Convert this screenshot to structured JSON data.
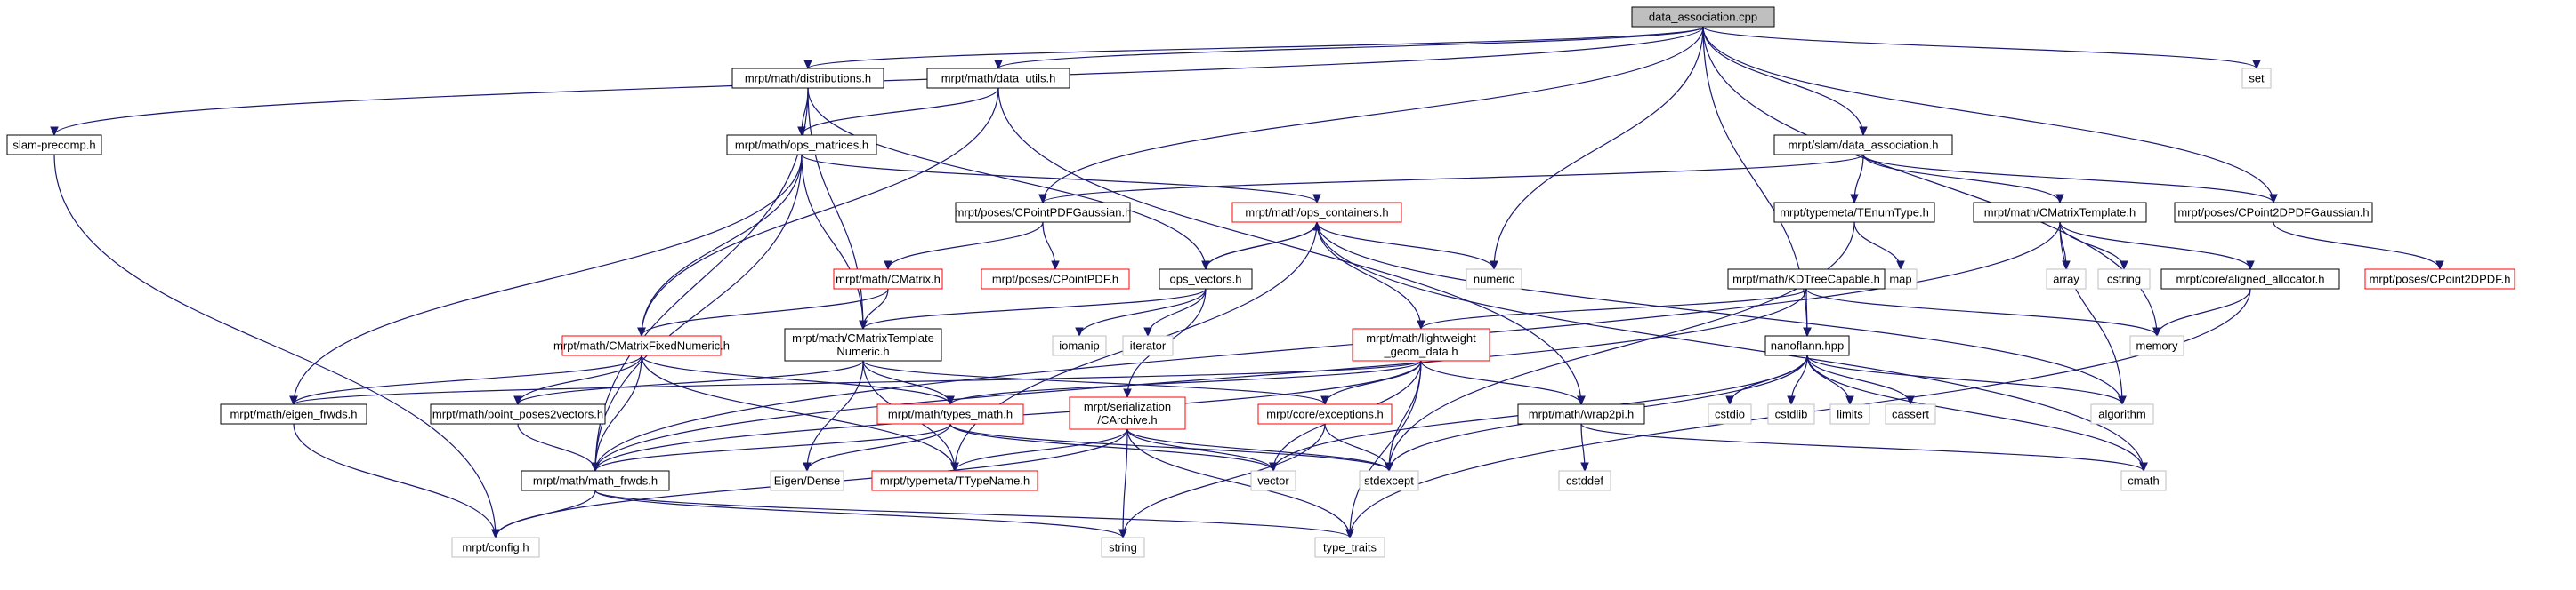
{
  "colors": {
    "root_fill": "#bfbfbf",
    "normal_border": "#000000",
    "red_border": "#ff0000",
    "gray_border": "#bfbfbf",
    "edge": "#191970",
    "fill": "#ffffff"
  },
  "nodes": {
    "root": {
      "label": "data_association.cpp",
      "style": "root"
    },
    "distributions": {
      "label": "mrpt/math/distributions.h",
      "style": "normal"
    },
    "data_utils": {
      "label": "mrpt/math/data_utils.h",
      "style": "normal"
    },
    "slam_precomp": {
      "label": "slam-precomp.h",
      "style": "normal"
    },
    "ops_matrices": {
      "label": "mrpt/math/ops_matrices.h",
      "style": "normal"
    },
    "slam_da": {
      "label": "mrpt/slam/data_association.h",
      "style": "normal"
    },
    "set": {
      "label": "set",
      "style": "gray"
    },
    "cpointpdfgauss": {
      "label": "mrpt/poses/CPointPDFGaussian.h",
      "style": "normal"
    },
    "ops_containers": {
      "label": "mrpt/math/ops_containers.h",
      "style": "red"
    },
    "tenumtype": {
      "label": "mrpt/typemeta/TEnumType.h",
      "style": "normal"
    },
    "cmatrixtemplate": {
      "label": "mrpt/math/CMatrixTemplate.h",
      "style": "normal"
    },
    "cpoint2dpdfgauss": {
      "label": "mrpt/poses/CPoint2DPDFGaussian.h",
      "style": "normal"
    },
    "cmatrix": {
      "label": "mrpt/math/CMatrix.h",
      "style": "red"
    },
    "cpointpdf": {
      "label": "mrpt/poses/CPointPDF.h",
      "style": "red"
    },
    "ops_vectors": {
      "label": "ops_vectors.h",
      "style": "normal"
    },
    "numeric": {
      "label": "numeric",
      "style": "gray"
    },
    "map": {
      "label": "map",
      "style": "gray"
    },
    "array": {
      "label": "array",
      "style": "gray"
    },
    "cstring": {
      "label": "cstring",
      "style": "gray"
    },
    "aligned_alloc": {
      "label": "mrpt/core/aligned_allocator.h",
      "style": "normal"
    },
    "cpoint2dpdf": {
      "label": "mrpt/poses/CPoint2DPDF.h",
      "style": "red"
    },
    "kdtree": {
      "label": "mrpt/math/KDTreeCapable.h",
      "style": "normal"
    },
    "memory": {
      "label": "memory",
      "style": "gray"
    },
    "cmatrixfixed": {
      "label": "mrpt/math/CMatrixFixedNumeric.h",
      "style": "red"
    },
    "cmtn": {
      "label": "mrpt/math/CMatrixTemplate\nNumeric.h",
      "style": "normal"
    },
    "iomanip": {
      "label": "iomanip",
      "style": "gray"
    },
    "iterator": {
      "label": "iterator",
      "style": "gray"
    },
    "lightweight": {
      "label": "mrpt/math/lightweight\n_geom_data.h",
      "style": "red"
    },
    "nanoflann": {
      "label": "nanoflann.hpp",
      "style": "normal"
    },
    "eigen_frwds": {
      "label": "mrpt/math/eigen_frwds.h",
      "style": "normal"
    },
    "point_poses": {
      "label": "mrpt/math/point_poses2vectors.h",
      "style": "normal"
    },
    "types_math": {
      "label": "mrpt/math/types_math.h",
      "style": "red"
    },
    "carchive": {
      "label": "mrpt/serialization\n/CArchive.h",
      "style": "red"
    },
    "exceptions": {
      "label": "mrpt/core/exceptions.h",
      "style": "red"
    },
    "wrap2pi": {
      "label": "mrpt/math/wrap2pi.h",
      "style": "normal"
    },
    "cstdio": {
      "label": "cstdio",
      "style": "gray"
    },
    "cstdlib": {
      "label": "cstdlib",
      "style": "gray"
    },
    "limits": {
      "label": "limits",
      "style": "gray"
    },
    "cassert": {
      "label": "cassert",
      "style": "gray"
    },
    "algorithm": {
      "label": "algorithm",
      "style": "gray"
    },
    "math_frwds": {
      "label": "mrpt/math/math_frwds.h",
      "style": "normal"
    },
    "eigen_dense": {
      "label": "Eigen/Dense",
      "style": "gray"
    },
    "ttypename": {
      "label": "mrpt/typemeta/TTypeName.h",
      "style": "red"
    },
    "vector": {
      "label": "vector",
      "style": "gray"
    },
    "stdexcept": {
      "label": "stdexcept",
      "style": "gray"
    },
    "cstddef": {
      "label": "cstddef",
      "style": "gray"
    },
    "cmath": {
      "label": "cmath",
      "style": "gray"
    },
    "config": {
      "label": "mrpt/config.h",
      "style": "gray"
    },
    "string": {
      "label": "string",
      "style": "gray"
    },
    "type_traits": {
      "label": "type_traits",
      "style": "gray"
    }
  },
  "edges": [
    [
      "root",
      "distributions"
    ],
    [
      "root",
      "data_utils"
    ],
    [
      "root",
      "slam_precomp"
    ],
    [
      "root",
      "slam_da"
    ],
    [
      "root",
      "set"
    ],
    [
      "root",
      "cpointpdfgauss"
    ],
    [
      "root",
      "numeric"
    ],
    [
      "root",
      "cpoint2dpdfgauss"
    ],
    [
      "root",
      "nanoflann"
    ],
    [
      "root",
      "memory"
    ],
    [
      "distributions",
      "ops_matrices"
    ],
    [
      "distributions",
      "ops_vectors"
    ],
    [
      "distributions",
      "cmtn"
    ],
    [
      "distributions",
      "math_frwds"
    ],
    [
      "data_utils",
      "ops_matrices"
    ],
    [
      "data_utils",
      "cmatrixfixed"
    ],
    [
      "data_utils",
      "wrap2pi"
    ],
    [
      "slam_precomp",
      "config"
    ],
    [
      "ops_matrices",
      "ops_containers"
    ],
    [
      "ops_matrices",
      "cmatrixfixed"
    ],
    [
      "ops_matrices",
      "cmtn"
    ],
    [
      "ops_matrices",
      "eigen_frwds"
    ],
    [
      "ops_matrices",
      "math_frwds"
    ],
    [
      "slam_da",
      "cpointpdfgauss"
    ],
    [
      "slam_da",
      "tenumtype"
    ],
    [
      "slam_da",
      "cmatrixtemplate"
    ],
    [
      "slam_da",
      "cpoint2dpdfgauss"
    ],
    [
      "cpointpdfgauss",
      "cmatrix"
    ],
    [
      "cpointpdfgauss",
      "cpointpdf"
    ],
    [
      "ops_containers",
      "ops_vectors"
    ],
    [
      "ops_containers",
      "numeric"
    ],
    [
      "ops_containers",
      "lightweight"
    ],
    [
      "ops_containers",
      "ttypename"
    ],
    [
      "ops_containers",
      "algorithm"
    ],
    [
      "ops_containers",
      "cmath"
    ],
    [
      "ops_vectors",
      "ops_containers"
    ],
    [
      "ops_vectors",
      "cmtn"
    ],
    [
      "ops_vectors",
      "iomanip"
    ],
    [
      "ops_vectors",
      "iterator"
    ],
    [
      "ops_vectors",
      "carchive"
    ],
    [
      "tenumtype",
      "map"
    ],
    [
      "tenumtype",
      "stdexcept"
    ],
    [
      "cmatrixtemplate",
      "array"
    ],
    [
      "cmatrixtemplate",
      "cstring"
    ],
    [
      "cmatrixtemplate",
      "aligned_alloc"
    ],
    [
      "cmatrixtemplate",
      "algorithm"
    ],
    [
      "cmatrixtemplate",
      "math_frwds"
    ],
    [
      "cpoint2dpdfgauss",
      "cpoint2dpdf"
    ],
    [
      "aligned_alloc",
      "memory"
    ],
    [
      "aligned_alloc",
      "type_traits"
    ],
    [
      "kdtree",
      "lightweight"
    ],
    [
      "kdtree",
      "nanoflann"
    ],
    [
      "kdtree",
      "memory"
    ],
    [
      "cmatrix",
      "cmatrixfixed"
    ],
    [
      "cmatrix",
      "cmtn"
    ],
    [
      "cmatrixfixed",
      "eigen_frwds"
    ],
    [
      "cmatrixfixed",
      "point_poses"
    ],
    [
      "cmatrixfixed",
      "types_math"
    ],
    [
      "cmatrixfixed",
      "math_frwds"
    ],
    [
      "cmatrixfixed",
      "ttypename"
    ],
    [
      "cmtn",
      "point_poses"
    ],
    [
      "cmtn",
      "types_math"
    ],
    [
      "cmtn",
      "exceptions"
    ],
    [
      "cmtn",
      "eigen_dense"
    ],
    [
      "cmtn",
      "ttypename"
    ],
    [
      "lightweight",
      "eigen_frwds"
    ],
    [
      "lightweight",
      "types_math"
    ],
    [
      "lightweight",
      "exceptions"
    ],
    [
      "lightweight",
      "wrap2pi"
    ],
    [
      "lightweight",
      "vector"
    ],
    [
      "lightweight",
      "stdexcept"
    ],
    [
      "lightweight",
      "type_traits"
    ],
    [
      "lightweight",
      "math_frwds"
    ],
    [
      "nanoflann",
      "cstdio"
    ],
    [
      "nanoflann",
      "cstdlib"
    ],
    [
      "nanoflann",
      "limits"
    ],
    [
      "nanoflann",
      "cassert"
    ],
    [
      "nanoflann",
      "algorithm"
    ],
    [
      "nanoflann",
      "cmath"
    ],
    [
      "nanoflann",
      "vector"
    ],
    [
      "nanoflann",
      "stdexcept"
    ],
    [
      "eigen_frwds",
      "config"
    ],
    [
      "point_poses",
      "math_frwds"
    ],
    [
      "types_math",
      "math_frwds"
    ],
    [
      "types_math",
      "eigen_dense"
    ],
    [
      "types_math",
      "vector"
    ],
    [
      "types_math",
      "stdexcept"
    ],
    [
      "carchive",
      "ttypename"
    ],
    [
      "carchive",
      "vector"
    ],
    [
      "carchive",
      "stdexcept"
    ],
    [
      "carchive",
      "string"
    ],
    [
      "carchive",
      "type_traits"
    ],
    [
      "carchive",
      "config"
    ],
    [
      "exceptions",
      "stdexcept"
    ],
    [
      "exceptions",
      "string"
    ],
    [
      "wrap2pi",
      "cstddef"
    ],
    [
      "wrap2pi",
      "cmath"
    ],
    [
      "math_frwds",
      "config"
    ],
    [
      "math_frwds",
      "string"
    ],
    [
      "math_frwds",
      "type_traits"
    ],
    [
      "kdtree",
      "math_frwds"
    ]
  ]
}
